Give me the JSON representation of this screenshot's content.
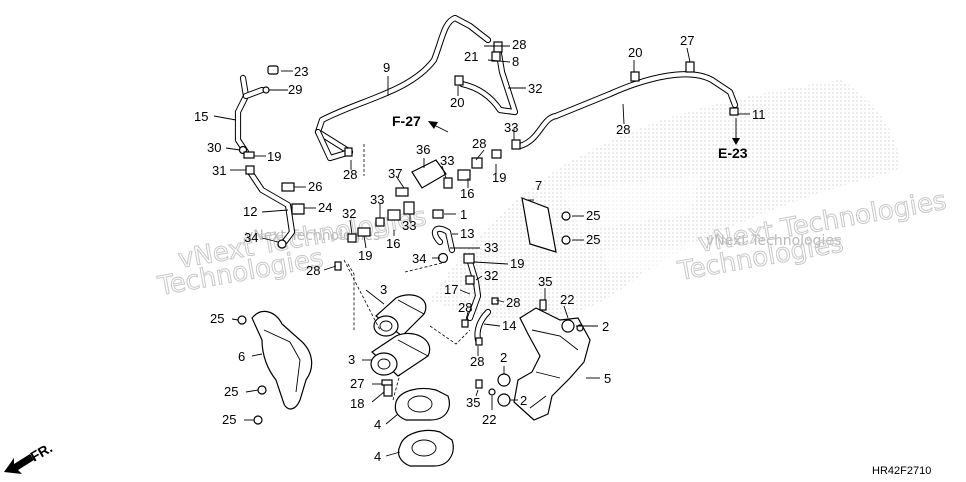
{
  "diagram_code": "HR42F2710",
  "watermark_lines": [
    "vNext Technologies",
    "Technologies"
  ],
  "references": [
    {
      "id": "ref-f27",
      "text": "F-27"
    },
    {
      "id": "ref-e23",
      "text": "E-23"
    },
    {
      "id": "ref-fr",
      "text": "FR."
    }
  ],
  "callouts": [
    {
      "id": "c1",
      "text": "23"
    },
    {
      "id": "c2",
      "text": "29"
    },
    {
      "id": "c3",
      "text": "15"
    },
    {
      "id": "c4",
      "text": "30"
    },
    {
      "id": "c5",
      "text": "19"
    },
    {
      "id": "c6",
      "text": "31"
    },
    {
      "id": "c7",
      "text": "26"
    },
    {
      "id": "c8",
      "text": "24"
    },
    {
      "id": "c9",
      "text": "12"
    },
    {
      "id": "c10",
      "text": "34"
    },
    {
      "id": "c11",
      "text": "28"
    },
    {
      "id": "c12",
      "text": "9"
    },
    {
      "id": "c13",
      "text": "28"
    },
    {
      "id": "c14",
      "text": "21"
    },
    {
      "id": "c15",
      "text": "28"
    },
    {
      "id": "c16",
      "text": "8"
    },
    {
      "id": "c17",
      "text": "32"
    },
    {
      "id": "c18",
      "text": "20"
    },
    {
      "id": "c19",
      "text": "20"
    },
    {
      "id": "c20",
      "text": "27"
    },
    {
      "id": "c21",
      "text": "11"
    },
    {
      "id": "c22",
      "text": "28"
    },
    {
      "id": "c23",
      "text": "33"
    },
    {
      "id": "c24",
      "text": "28"
    },
    {
      "id": "c25",
      "text": "36"
    },
    {
      "id": "c26",
      "text": "37"
    },
    {
      "id": "c27",
      "text": "33"
    },
    {
      "id": "c28",
      "text": "19"
    },
    {
      "id": "c29",
      "text": "16"
    },
    {
      "id": "c30",
      "text": "33"
    },
    {
      "id": "c31",
      "text": "1"
    },
    {
      "id": "c32",
      "text": "32"
    },
    {
      "id": "c33",
      "text": "33"
    },
    {
      "id": "c34",
      "text": "16"
    },
    {
      "id": "c35",
      "text": "13"
    },
    {
      "id": "c36",
      "text": "19"
    },
    {
      "id": "c37",
      "text": "33"
    },
    {
      "id": "c38",
      "text": "34"
    },
    {
      "id": "c39",
      "text": "19"
    },
    {
      "id": "c40",
      "text": "32"
    },
    {
      "id": "c41",
      "text": "17"
    },
    {
      "id": "c42",
      "text": "28"
    },
    {
      "id": "c43",
      "text": "28"
    },
    {
      "id": "c44",
      "text": "14"
    },
    {
      "id": "c45",
      "text": "28"
    },
    {
      "id": "c46",
      "text": "7"
    },
    {
      "id": "c47",
      "text": "25"
    },
    {
      "id": "c48",
      "text": "25"
    },
    {
      "id": "c49",
      "text": "35"
    },
    {
      "id": "c50",
      "text": "22"
    },
    {
      "id": "c51",
      "text": "2"
    },
    {
      "id": "c52",
      "text": "5"
    },
    {
      "id": "c53",
      "text": "2"
    },
    {
      "id": "c54",
      "text": "2"
    },
    {
      "id": "c55",
      "text": "35"
    },
    {
      "id": "c56",
      "text": "22"
    },
    {
      "id": "c57",
      "text": "3"
    },
    {
      "id": "c58",
      "text": "3"
    },
    {
      "id": "c59",
      "text": "25"
    },
    {
      "id": "c60",
      "text": "6"
    },
    {
      "id": "c61",
      "text": "25"
    },
    {
      "id": "c62",
      "text": "25"
    },
    {
      "id": "c63",
      "text": "27"
    },
    {
      "id": "c64",
      "text": "18"
    },
    {
      "id": "c65",
      "text": "4"
    },
    {
      "id": "c66",
      "text": "4"
    }
  ]
}
